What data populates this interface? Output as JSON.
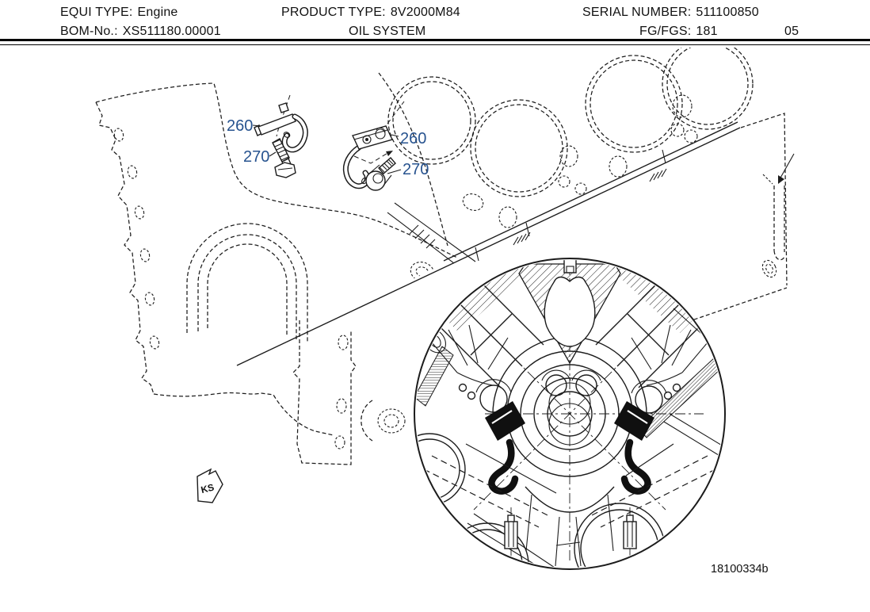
{
  "header": {
    "equi_type_label": "EQUI TYPE:",
    "equi_type_value": "Engine",
    "product_type_label": "PRODUCT TYPE:",
    "product_type_value": "8V2000M84",
    "serial_number_label": "SERIAL NUMBER:",
    "serial_number_value": "511100850",
    "bom_no_label": "BOM-No.:",
    "bom_no_value": "XS511180.00001",
    "section_title": "OIL SYSTEM",
    "fg_fgs_label": "FG/FGS:",
    "fg_fgs_value": "181",
    "page_code": "05"
  },
  "diagram": {
    "callouts": [
      {
        "label": "260"
      },
      {
        "label": "270"
      },
      {
        "label": "260"
      },
      {
        "label": "270"
      }
    ],
    "view_marker": "KS",
    "drawing_number": "18100334b",
    "callout_color": "#27538f",
    "line_color": "#1c1c1c"
  }
}
